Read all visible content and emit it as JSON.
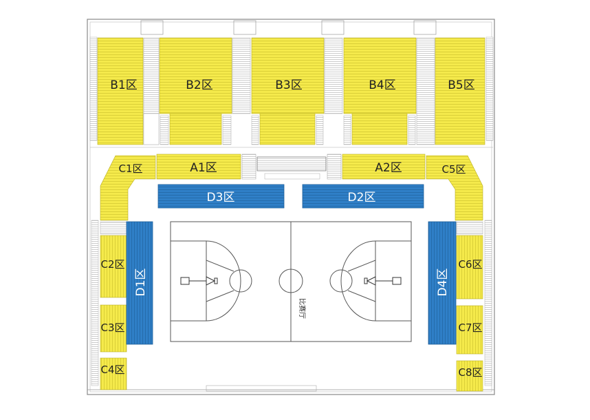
{
  "colors": {
    "yellow_seats": "#f5ea4b",
    "blue_seats": "#2f7fc7",
    "outline": "#888888",
    "court_line": "#555555",
    "background": "#ffffff"
  },
  "zones": {
    "B1": "B1区",
    "B2": "B2区",
    "B3": "B3区",
    "B4": "B4区",
    "B5": "B5区",
    "A1": "A1区",
    "A2": "A2区",
    "C1": "C1区",
    "C2": "C2区",
    "C3": "C3区",
    "C4": "C4区",
    "C5": "C5区",
    "C6": "C6区",
    "C7": "C7区",
    "C8": "C8区",
    "D1": "D1区",
    "D2": "D2区",
    "D3": "D3区",
    "D4": "D4区"
  },
  "court": {
    "label": "比赛厅"
  },
  "icons": [
    "basket-hoop-icon",
    "stair-icon"
  ]
}
